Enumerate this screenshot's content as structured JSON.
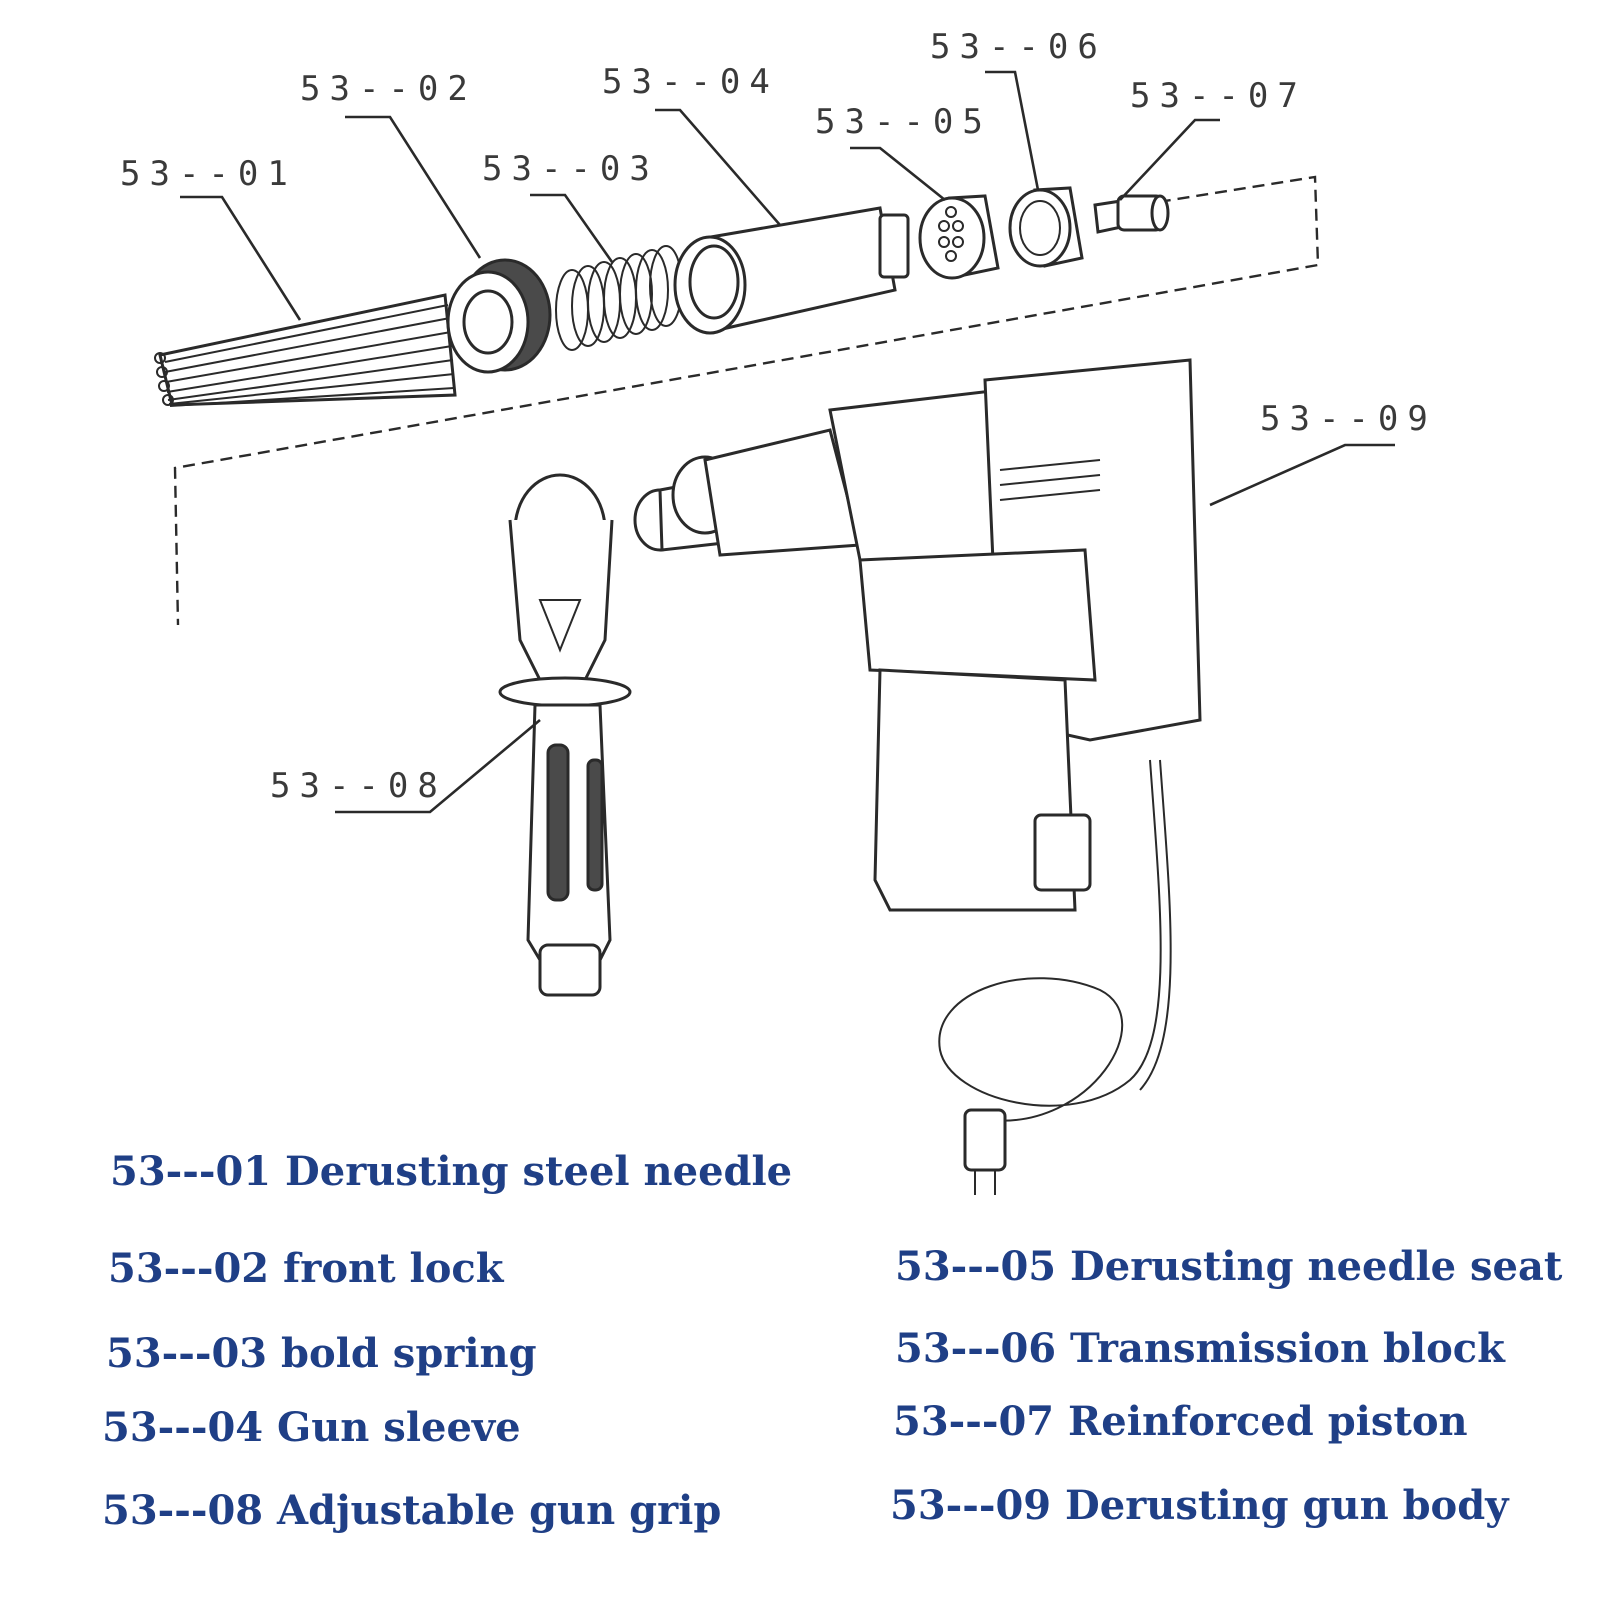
{
  "callouts": {
    "c01": "53--01",
    "c02": "53--02",
    "c03": "53--03",
    "c04": "53--04",
    "c05": "53--05",
    "c06": "53--06",
    "c07": "53--07",
    "c08": "53--08",
    "c09": "53--09"
  },
  "legend": {
    "l01": "53---01 Derusting steel needle",
    "l02": "53---02 front lock",
    "l03": "53---03 bold spring",
    "l04": "53---04 Gun sleeve",
    "l08": "53---08 Adjustable gun grip",
    "l05": "53---05 Derusting needle seat",
    "l06": "53---06 Transmission block",
    "l07": "53---07 Reinforced piston",
    "l09": "53---09 Derusting gun body"
  },
  "colors": {
    "legend_text": "#1f3f86",
    "line_art": "#2a2a2a"
  }
}
